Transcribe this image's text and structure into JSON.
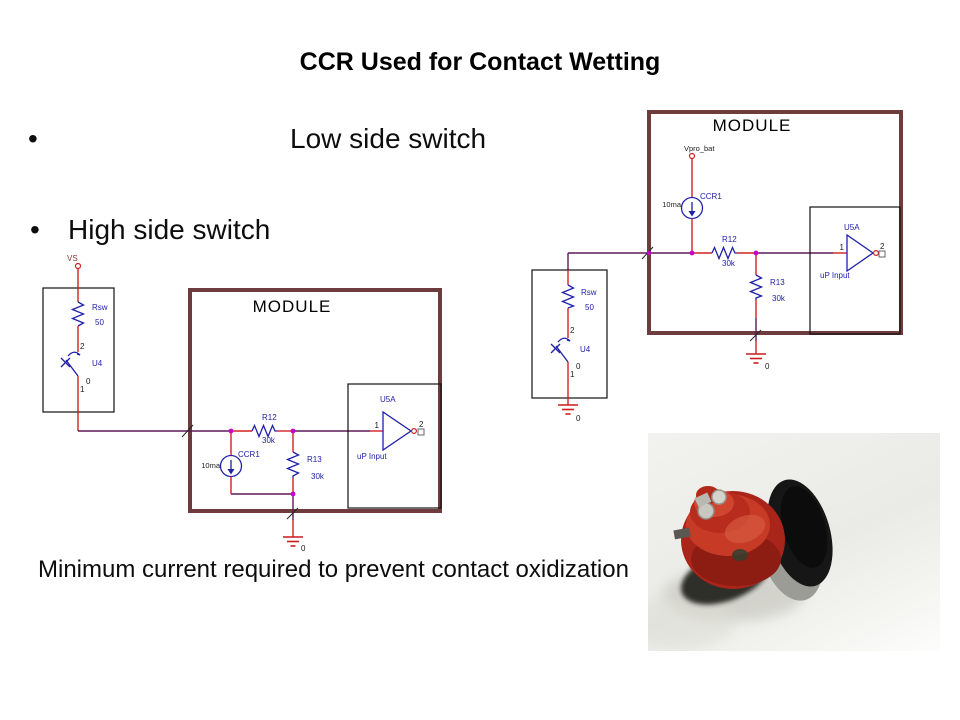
{
  "slide": {
    "title": "CCR Used for Contact Wetting",
    "bullet_char": "•",
    "bullets": [
      {
        "label": "Low side switch"
      },
      {
        "label": "High side switch"
      }
    ],
    "caption": "Minimum current required to prevent contact oxidization"
  },
  "left_circuit": {
    "module_label": "MODULE",
    "supply_label": "VS",
    "rsw": {
      "name": "Rsw",
      "value": "50"
    },
    "switch": {
      "name": "U4",
      "pin_top": "2",
      "pin_bottom": "1",
      "state": "0"
    },
    "ccr": {
      "name": "CCR1",
      "current": "10ma"
    },
    "r12": {
      "name": "R12",
      "value": "30k"
    },
    "r13": {
      "name": "R13",
      "value": "30k"
    },
    "opamp": {
      "name": "U5A",
      "pin_in": "1",
      "pin_out": "2",
      "label": "uP Input"
    },
    "ground_label": "0"
  },
  "right_circuit": {
    "module_label": "MODULE",
    "supply_label": "Vpro_bat",
    "ccr": {
      "name": "CCR1",
      "current": "10ma"
    },
    "r12": {
      "name": "R12",
      "value": "30k"
    },
    "r13": {
      "name": "R13",
      "value": "30k"
    },
    "opamp": {
      "name": "U5A",
      "pin_in": "1",
      "pin_out": "2",
      "label": "uP Input"
    },
    "rsw": {
      "name": "Rsw",
      "value": "50"
    },
    "switch": {
      "name": "U4",
      "pin_top": "2",
      "pin_bottom": "1",
      "state": "0"
    },
    "ground_label_module": "0",
    "ground_label_switch": "0"
  },
  "colors": {
    "module_border": "#6e3c3c",
    "connection_wire": "#5d1a55",
    "pin_wire": "#d32020",
    "component_blue": "#2121aa",
    "junction_dot": "#cc00cc",
    "ground_red": "#cc1c1c",
    "horn_red": "#b5291c",
    "horn_bell_black": "#161616"
  }
}
